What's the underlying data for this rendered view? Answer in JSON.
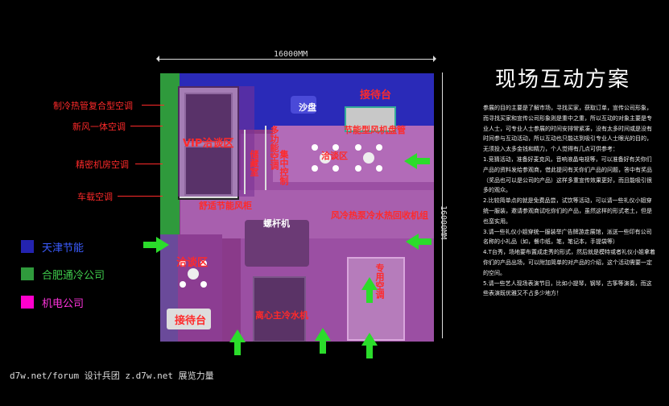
{
  "dimensions": {
    "width": "16000MM",
    "height": "16000MM"
  },
  "plan_labels": {
    "vip": "VIP洽谈区",
    "sofa": "沙盘",
    "reception_top": "接待台",
    "fan_coil": "节能型风机盘管",
    "negotiate_right": "洽谈区",
    "storage": "储藏室",
    "control": "集中控制",
    "ac_vertical": "多功能空调",
    "cabinet": "舒适节能风柜",
    "chiller_top": "螺杆机",
    "recovery": "风冷热泵冷水热回收机组",
    "negotiate_left": "洽谈区",
    "reception_bottom": "接待台",
    "chiller_bottom": "离心主冷水机",
    "special": "专用空调"
  },
  "callouts": [
    "制冷热管复合型空调",
    "新风一体空调",
    "精密机房空调",
    "车载空调"
  ],
  "legend": [
    {
      "label": "天津节能",
      "color": "#2323b0"
    },
    {
      "label": "合肥通冷公司",
      "color": "#2f9a3c"
    },
    {
      "label": "机电公司",
      "color": "#ff00cc"
    }
  ],
  "title": "现场互动方案",
  "body_paragraphs": [
    "参展的目的主要是了解市场，寻找买家，获取订单，宣传公司形象，而寻找买家和宣传公司形象则是重中之重，所以互动的对象主要是专业人士，可专业人士参展的时间安排常紧凑，没有太多时间或是没有时间参与互动活动，所以互动也只能达到吸引专业人士眼光的目的，无须投入太多金钱和精力，个人觉得有几点可供参考：",
    "1.竞猜活动，准备好麦克风，音响液晶电视等，可以准备好有关你们产品的资料发给参观商，借此提问有关你们产品的问题，答中有奖品（奖品也可以是公司的产品）这样多重宣传效果更好，而且能吸引很多的观众。",
    "2.比较简单点的就是免费品尝，试饮等活动，可以请一些礼仪小姐穿统一服装，邀请参观商试吃你们的产品，虽然这样的形式老土，但是也蛮实用。",
    "3.请一些礼仪小姐穿统一服装举广告牌游走展馆，派送一些印有公司名称的小礼品（如，餐巾纸，笔，笔记本，手提袋等）",
    "4.T台秀，场地要布置成走秀的形式，然后就是模特或者礼仪小姐拿着你们的产品出场，可以附加简单的对产品的介绍，这个活动需要一定的空间。",
    "5.请一些艺人现场表演节目，比如小提琴，钢琴，古筝等演奏，而这些表演既优雅又不占多少地方！"
  ],
  "footer": "d7w.net/forum 设计兵团 z.d7w.net 展览力量"
}
